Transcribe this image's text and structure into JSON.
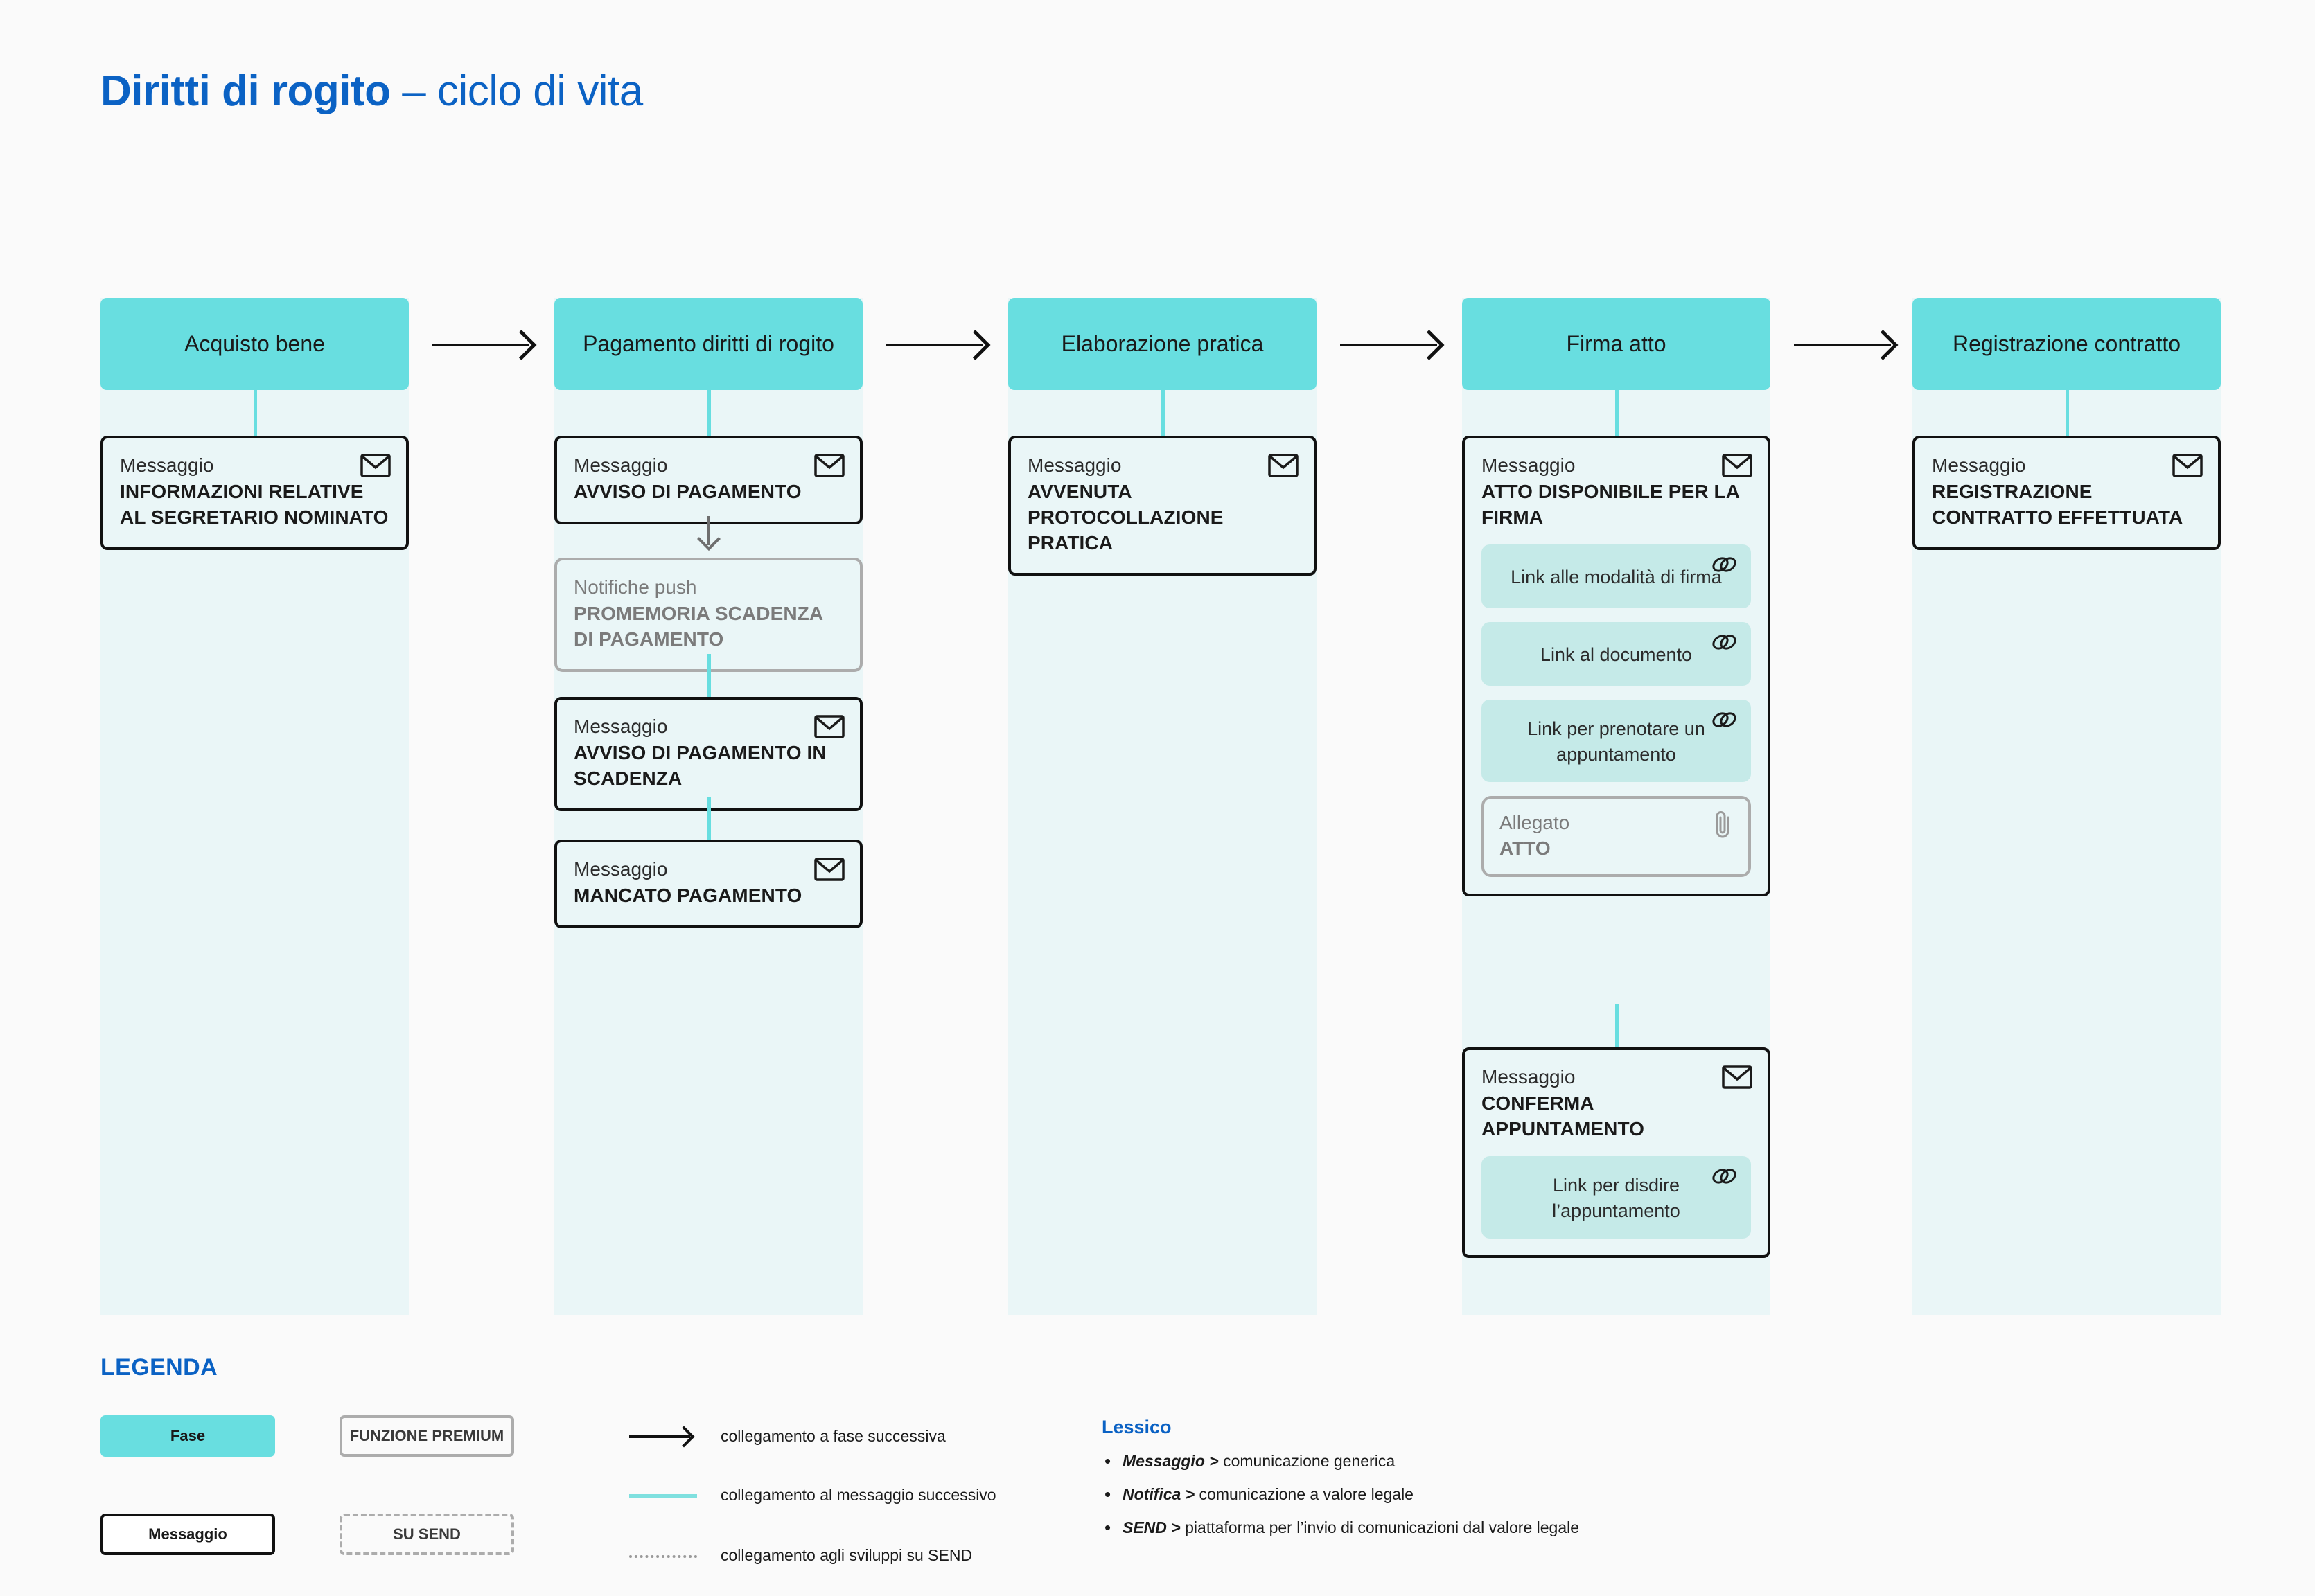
{
  "page": {
    "title_bold": "Diritti di rogito",
    "title_light": " – ciclo di vita",
    "background": "#FAFAFA",
    "accent_blue": "#0B62C4",
    "phase_teal": "#68DEE0",
    "column_fill": "#EAF6F7",
    "chip_fill": "#C5EAE8",
    "gray_border": "#ACACAC"
  },
  "phases": [
    {
      "id": "acquisto-bene",
      "label": "Acquisto bene",
      "items": [
        {
          "kind": "Messaggio",
          "title": "INFORMAZIONI RELATIVE AL SEGRETARIO NOMINATO",
          "icon": "envelope-icon",
          "variant": "message"
        }
      ]
    },
    {
      "id": "pagamento-diritti-di-rogito",
      "label": "Pagamento diritti di rogito",
      "items": [
        {
          "kind": "Messaggio",
          "title": "AVVISO DI PAGAMENTO",
          "icon": "envelope-icon",
          "variant": "message"
        },
        {
          "kind": "Notifiche push",
          "title": "PROMEMORIA SCADENZA DI PAGAMENTO",
          "icon": "none",
          "variant": "push"
        },
        {
          "kind": "Messaggio",
          "title": "AVVISO DI PAGAMENTO IN SCADENZA",
          "icon": "envelope-icon",
          "variant": "message"
        },
        {
          "kind": "Messaggio",
          "title": "MANCATO PAGAMENTO",
          "icon": "envelope-icon",
          "variant": "message"
        }
      ]
    },
    {
      "id": "elaborazione-pratica",
      "label": "Elaborazione pratica",
      "items": [
        {
          "kind": "Messaggio",
          "title": "AVVENUTA PROTOCOLLAZIONE PRATICA",
          "icon": "envelope-icon",
          "variant": "message"
        }
      ]
    },
    {
      "id": "firma-atto",
      "label": "Firma atto",
      "items": [
        {
          "kind": "Messaggio",
          "title": "ATTO DISPONIBILE PER LA FIRMA",
          "icon": "envelope-icon",
          "variant": "message",
          "links": [
            {
              "label": "Link alle modalità di firma",
              "icon": "link-icon"
            },
            {
              "label": "Link al documento",
              "icon": "link-icon"
            },
            {
              "label": "Link per prenotare un appuntamento",
              "icon": "link-icon"
            }
          ],
          "attachment": {
            "kind": "Allegato",
            "title": "ATTO",
            "icon": "paperclip-icon"
          }
        },
        {
          "kind": "Messaggio",
          "title": "CONFERMA APPUNTAMENTO",
          "icon": "envelope-icon",
          "variant": "message",
          "links": [
            {
              "label": "Link per disdire l’appuntamento",
              "icon": "link-icon"
            }
          ]
        }
      ]
    },
    {
      "id": "registrazione-contratto",
      "label": "Registrazione contratto",
      "items": [
        {
          "kind": "Messaggio",
          "title": "REGISTRAZIONE CONTRATTO EFFETTUATA",
          "icon": "envelope-icon",
          "variant": "message"
        }
      ]
    }
  ],
  "legend": {
    "title": "LEGENDA",
    "chips": [
      {
        "id": "fase",
        "label": "Fase"
      },
      {
        "id": "funzione-premium",
        "label": "FUNZIONE PREMIUM"
      },
      {
        "id": "messaggio",
        "label": "Messaggio"
      },
      {
        "id": "su-send",
        "label": "SU SEND"
      }
    ],
    "lines": [
      {
        "id": "fase-successiva",
        "swatch": "arrow-black",
        "label": "collegamento a fase successiva"
      },
      {
        "id": "messaggio-successivo",
        "swatch": "line-teal",
        "label": "collegamento al messaggio successivo"
      },
      {
        "id": "sviluppi-send",
        "swatch": "line-dotted",
        "label": "collegamento agli sviluppi su SEND"
      }
    ],
    "lessico": {
      "title": "Lessico",
      "entries": [
        {
          "term": "Messaggio >",
          "definition": " comunicazione generica"
        },
        {
          "term": "Notifica >",
          "definition": " comunicazione a valore legale"
        },
        {
          "term": "SEND >",
          "definition": " piattaforma per  l’invio di comunicazioni dal valore legale"
        }
      ]
    }
  }
}
